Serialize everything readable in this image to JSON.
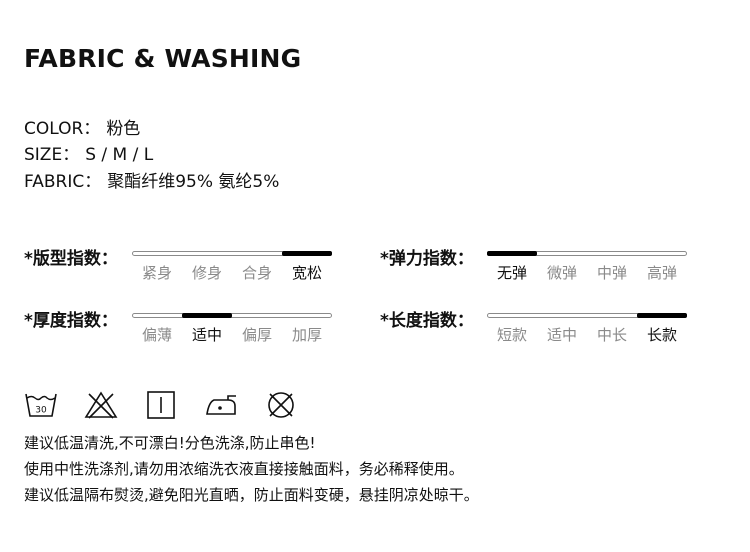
{
  "title": "FABRIC & WASHING",
  "specs": [
    {
      "label": "COLOR：",
      "value": "粉色"
    },
    {
      "label": "SIZE：",
      "value": "S / M / L"
    },
    {
      "label": "FABRIC：",
      "value": "聚酯纤维95% 氨纶5%"
    }
  ],
  "indices": [
    {
      "label": "*版型指数：",
      "options": [
        "紧身",
        "修身",
        "合身",
        "宽松"
      ],
      "selected": 3
    },
    {
      "label": "*弹力指数：",
      "options": [
        "无弹",
        "微弹",
        "中弹",
        "高弹"
      ],
      "selected": 0
    },
    {
      "label": "*厚度指数：",
      "options": [
        "偏薄",
        "适中",
        "偏厚",
        "加厚"
      ],
      "selected": 1
    },
    {
      "label": "*长度指数：",
      "options": [
        "短款",
        "适中",
        "中长",
        "长款"
      ],
      "selected": 3
    }
  ],
  "care_icons": [
    {
      "name": "wash-30-icon",
      "text": "30"
    },
    {
      "name": "no-bleach-icon"
    },
    {
      "name": "drip-dry-icon"
    },
    {
      "name": "low-iron-icon"
    },
    {
      "name": "no-dry-clean-icon"
    }
  ],
  "care_text": [
    "建议低温清洗,不可漂白!分色洗涤,防止串色!",
    "使用中性洗涤剂,请勿用浓缩洗衣液直接接触面料，务必稀释使用。",
    "建议低温隔布熨烫,避免阳光直晒，防止面料变硬，悬挂阴凉处晾干。"
  ]
}
